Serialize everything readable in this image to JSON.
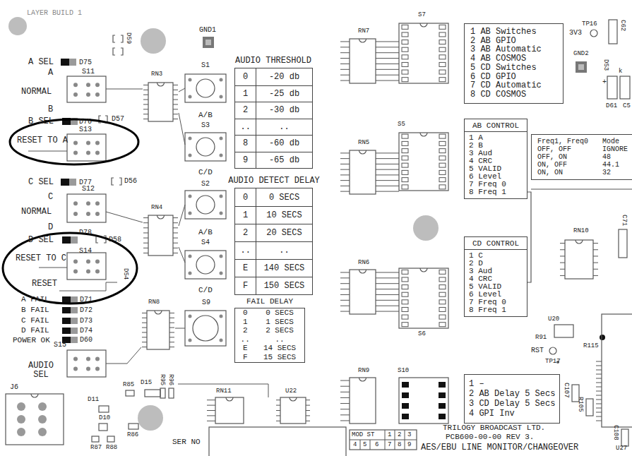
{
  "diagram": {
    "nodes": [
      {
        "text": [
          "RESET TO A",
          "S13"
        ]
      },
      {
        "text": [
          "RESET TO C",
          "S14",
          "RESET",
          "D54"
        ]
      },
      {
        "text": [
          "AUDIO THRESHOLD",
          "0",
          "-20 db",
          "1",
          "-25 db",
          "2",
          "-30 db",
          "..",
          "..",
          "8",
          "-60 db",
          "9",
          "-65 db"
        ]
      },
      {
        "text": [
          "AUDIO DETECT DELAY",
          "0",
          "0 SECS",
          "1",
          "10 SECS",
          "2",
          "20 SECS",
          "..",
          "..",
          "E",
          "140 SECS",
          "F",
          "150 SECS"
        ]
      },
      {
        "text": [
          "FAIL DELAY",
          "0",
          "0 SECS",
          "1",
          "1 SECS",
          "2",
          "2 SECS",
          "..",
          "..",
          "E",
          "14 SECS",
          "F",
          "15 SECS"
        ]
      },
      {
        "text": [
          "1 AB Switches",
          "2 AB GPIO",
          "3 AB Automatic",
          "4 AB COSMOS",
          "5 CD Switches",
          "6 CD GPIO",
          "7 CD Automatic",
          "8 CD COSMOS"
        ]
      },
      {
        "text": [
          "AB CONTROL",
          "1 A",
          "2 B",
          "3 Aud",
          "4 CRC",
          "5 VALID",
          "6 Level",
          "7 Freq 0",
          "8 Freq 1"
        ]
      },
      {
        "text": [
          "Freq1, Freq0",
          "Mode",
          "OFF, OFF",
          "IGNORE",
          "OFF, ON",
          "48",
          "ON, OFF",
          "44.1",
          "ON, ON",
          "32"
        ]
      },
      {
        "text": [
          "CD CONTROL",
          "1 C",
          "2 D",
          "3 Aud",
          "4 CRC",
          "5 VALID",
          "6 Level",
          "7 Freq 0",
          "8 Freq 1"
        ]
      },
      {
        "text": [
          "1 –",
          "2 AB Delay 5 Secs",
          "3 CD Delay 5 Secs",
          "4 GPI Inv"
        ]
      }
    ],
    "edges": [
      {
        "from": 6,
        "to": 8,
        "arrow": "none"
      }
    ],
    "labels": [
      "LAYER BUILD 1",
      "GND1",
      "A SEL",
      "D75",
      "D59",
      "A",
      "S11",
      "NORMAL",
      "B",
      "B SEL",
      "D76",
      "D57",
      "C SEL",
      "D77",
      "D56",
      "C",
      "S12",
      "NORMAL",
      "D",
      "D SEL",
      "D78",
      "D58",
      "A FAIL",
      "D71",
      "B FAIL",
      "D72",
      "C FAIL",
      "D73",
      "D FAIL",
      "D74",
      "POWER OK",
      "D60",
      "S15",
      "AUDIO SEL",
      "J6",
      "D11",
      "D15",
      "R85",
      "R95",
      "R96",
      "D10",
      "R86",
      "R87",
      "R88",
      "SER NO",
      "RN3",
      "S1",
      "A/B",
      "S3",
      "C/D",
      "RN4",
      "S2",
      "A/B",
      "S4",
      "C/D",
      "RN8",
      "S9",
      "RN11",
      "U22",
      "RN7",
      "S7",
      "RN5",
      "S5",
      "RN6",
      "S6",
      "RN9",
      "S10",
      "TP16",
      "3V3",
      "C62",
      "GND2",
      "D53",
      "k",
      "+",
      "D61",
      "C5",
      "RN10",
      "C71",
      "U20",
      "R91",
      "RST",
      "TP17",
      "R115",
      "C107",
      "R105",
      "C108",
      "U27",
      "TRILOGY BROADCAST LTD.",
      "PCB600-00-00 REV 3.",
      "AES/EBU LINE MONITOR/CHANGEOVER",
      "MOD ST",
      "1",
      "2",
      "3",
      "4",
      "5",
      "6",
      "7",
      "8",
      "9"
    ]
  }
}
